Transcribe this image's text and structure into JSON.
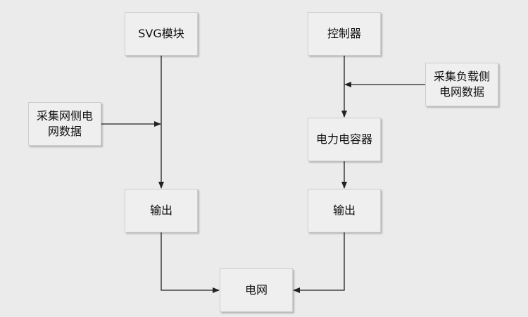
{
  "nodes": {
    "svg_module": "SVG模块",
    "controller": "控制器",
    "capacitor": "电力电容器",
    "output_left": "输出",
    "output_right": "输出",
    "grid": "电网",
    "grid_side_data": [
      "采集网侧电",
      "网数据"
    ],
    "load_side_data": [
      "采集负载侧",
      "电网数据"
    ]
  }
}
